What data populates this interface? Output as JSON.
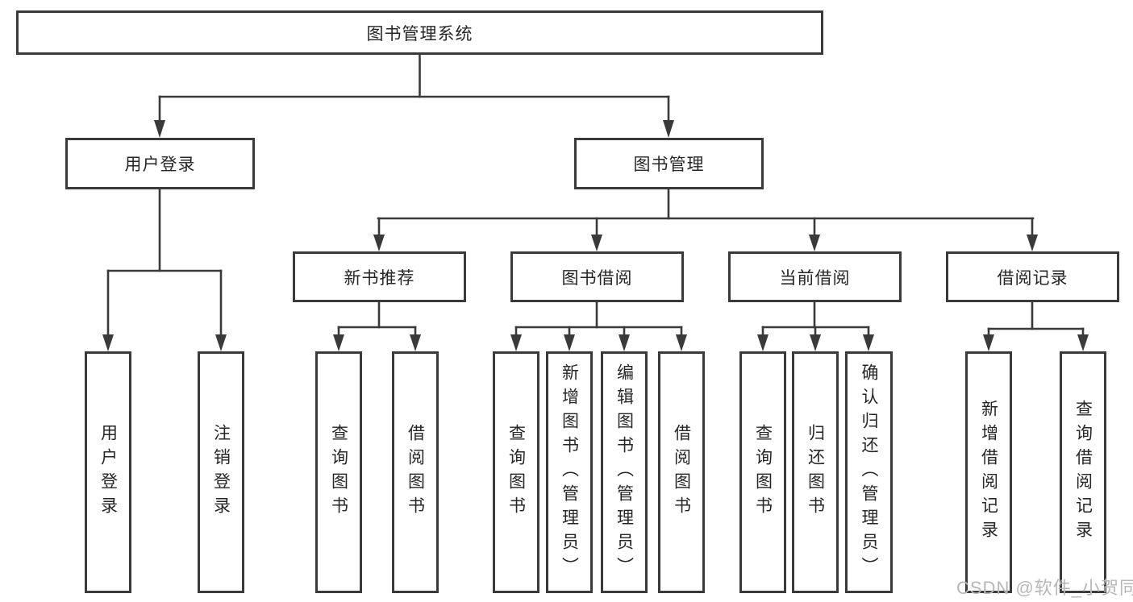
{
  "tree": {
    "root": "图书管理系统",
    "branches": [
      {
        "label": "用户登录",
        "leaves": [
          "用户登录",
          "注销登录"
        ]
      },
      {
        "label": "图书管理",
        "groups": [
          {
            "label": "新书推荐",
            "leaves": [
              "查询图书",
              "借阅图书"
            ]
          },
          {
            "label": "图书借阅",
            "leaves": [
              "查询图书",
              "新增图书（管理员）",
              "编辑图书（管理员）",
              "借阅图书"
            ]
          },
          {
            "label": "当前借阅",
            "leaves": [
              "查询图书",
              "归还图书",
              "确认归还（管理员）"
            ]
          },
          {
            "label": "借阅记录",
            "leaves": [
              "新增借阅记录",
              "查询借阅记录"
            ]
          }
        ]
      }
    ]
  },
  "watermark": "CSDN @软件_小贺同学",
  "colors": {
    "line": "#3a3a3a",
    "text": "#262626",
    "watermark": "#b7b7b7",
    "background": "#ffffff"
  }
}
